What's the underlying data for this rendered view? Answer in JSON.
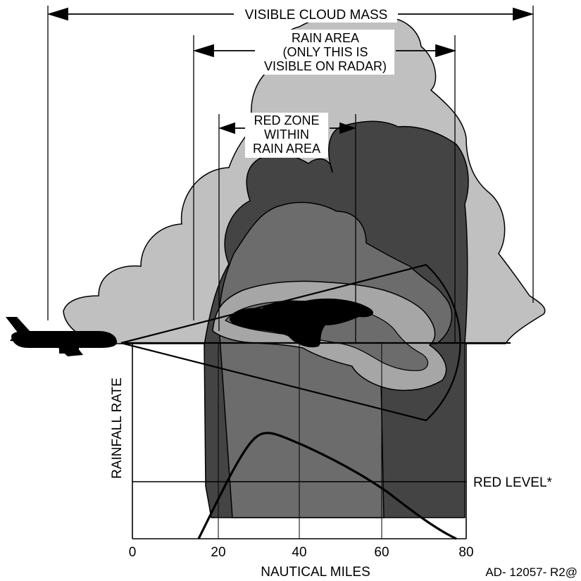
{
  "labels": {
    "visible_cloud_mass": "VISIBLE CLOUD MASS",
    "rain_area": [
      "RAIN AREA",
      "(ONLY THIS IS",
      "VISIBLE ON RADAR)"
    ],
    "red_zone": [
      "RED ZONE",
      "WITHIN",
      "RAIN AREA"
    ],
    "red_level": "RED LEVEL*",
    "y_axis": "RAINFALL RATE",
    "x_axis": "NAUTICAL MILES",
    "figure_code": "AD- 12057- R2@"
  },
  "x_axis": {
    "ticks": [
      "0",
      "20",
      "40",
      "60",
      "80"
    ],
    "range": [
      0,
      80
    ],
    "unit": "NAUTICAL MILES"
  },
  "colors": {
    "cloud_light": "#c0c0c0",
    "cloud_dark": "#444444",
    "rain_medium": "#6c6c6c",
    "rain_light": "#a6a6a6",
    "red_zone_core": "#000000",
    "line": "#000000",
    "background": "#ffffff"
  },
  "icons": {
    "aircraft": "airplane-icon"
  }
}
